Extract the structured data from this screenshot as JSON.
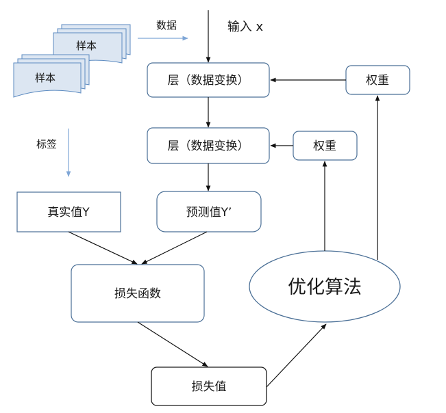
{
  "nodes": {
    "input": "输入 x",
    "layer1": "层（数据变换）",
    "layer2": "层（数据变换）",
    "weight1": "权重",
    "weight2": "权重",
    "true_value": "真实值Y",
    "predicted_value": "预测值Y’",
    "loss_function": "损失函数",
    "optimizer": "优化算法",
    "loss_value": "损失值",
    "sample_back": "样本",
    "sample_front": "样本"
  },
  "edge_labels": {
    "data": "数据",
    "labels": "标签"
  },
  "colors": {
    "box_border": "#4a6f96",
    "arrow": "#111111",
    "annotation_arrow": "#7fa6d6",
    "document_fill": "#dce6f2"
  }
}
